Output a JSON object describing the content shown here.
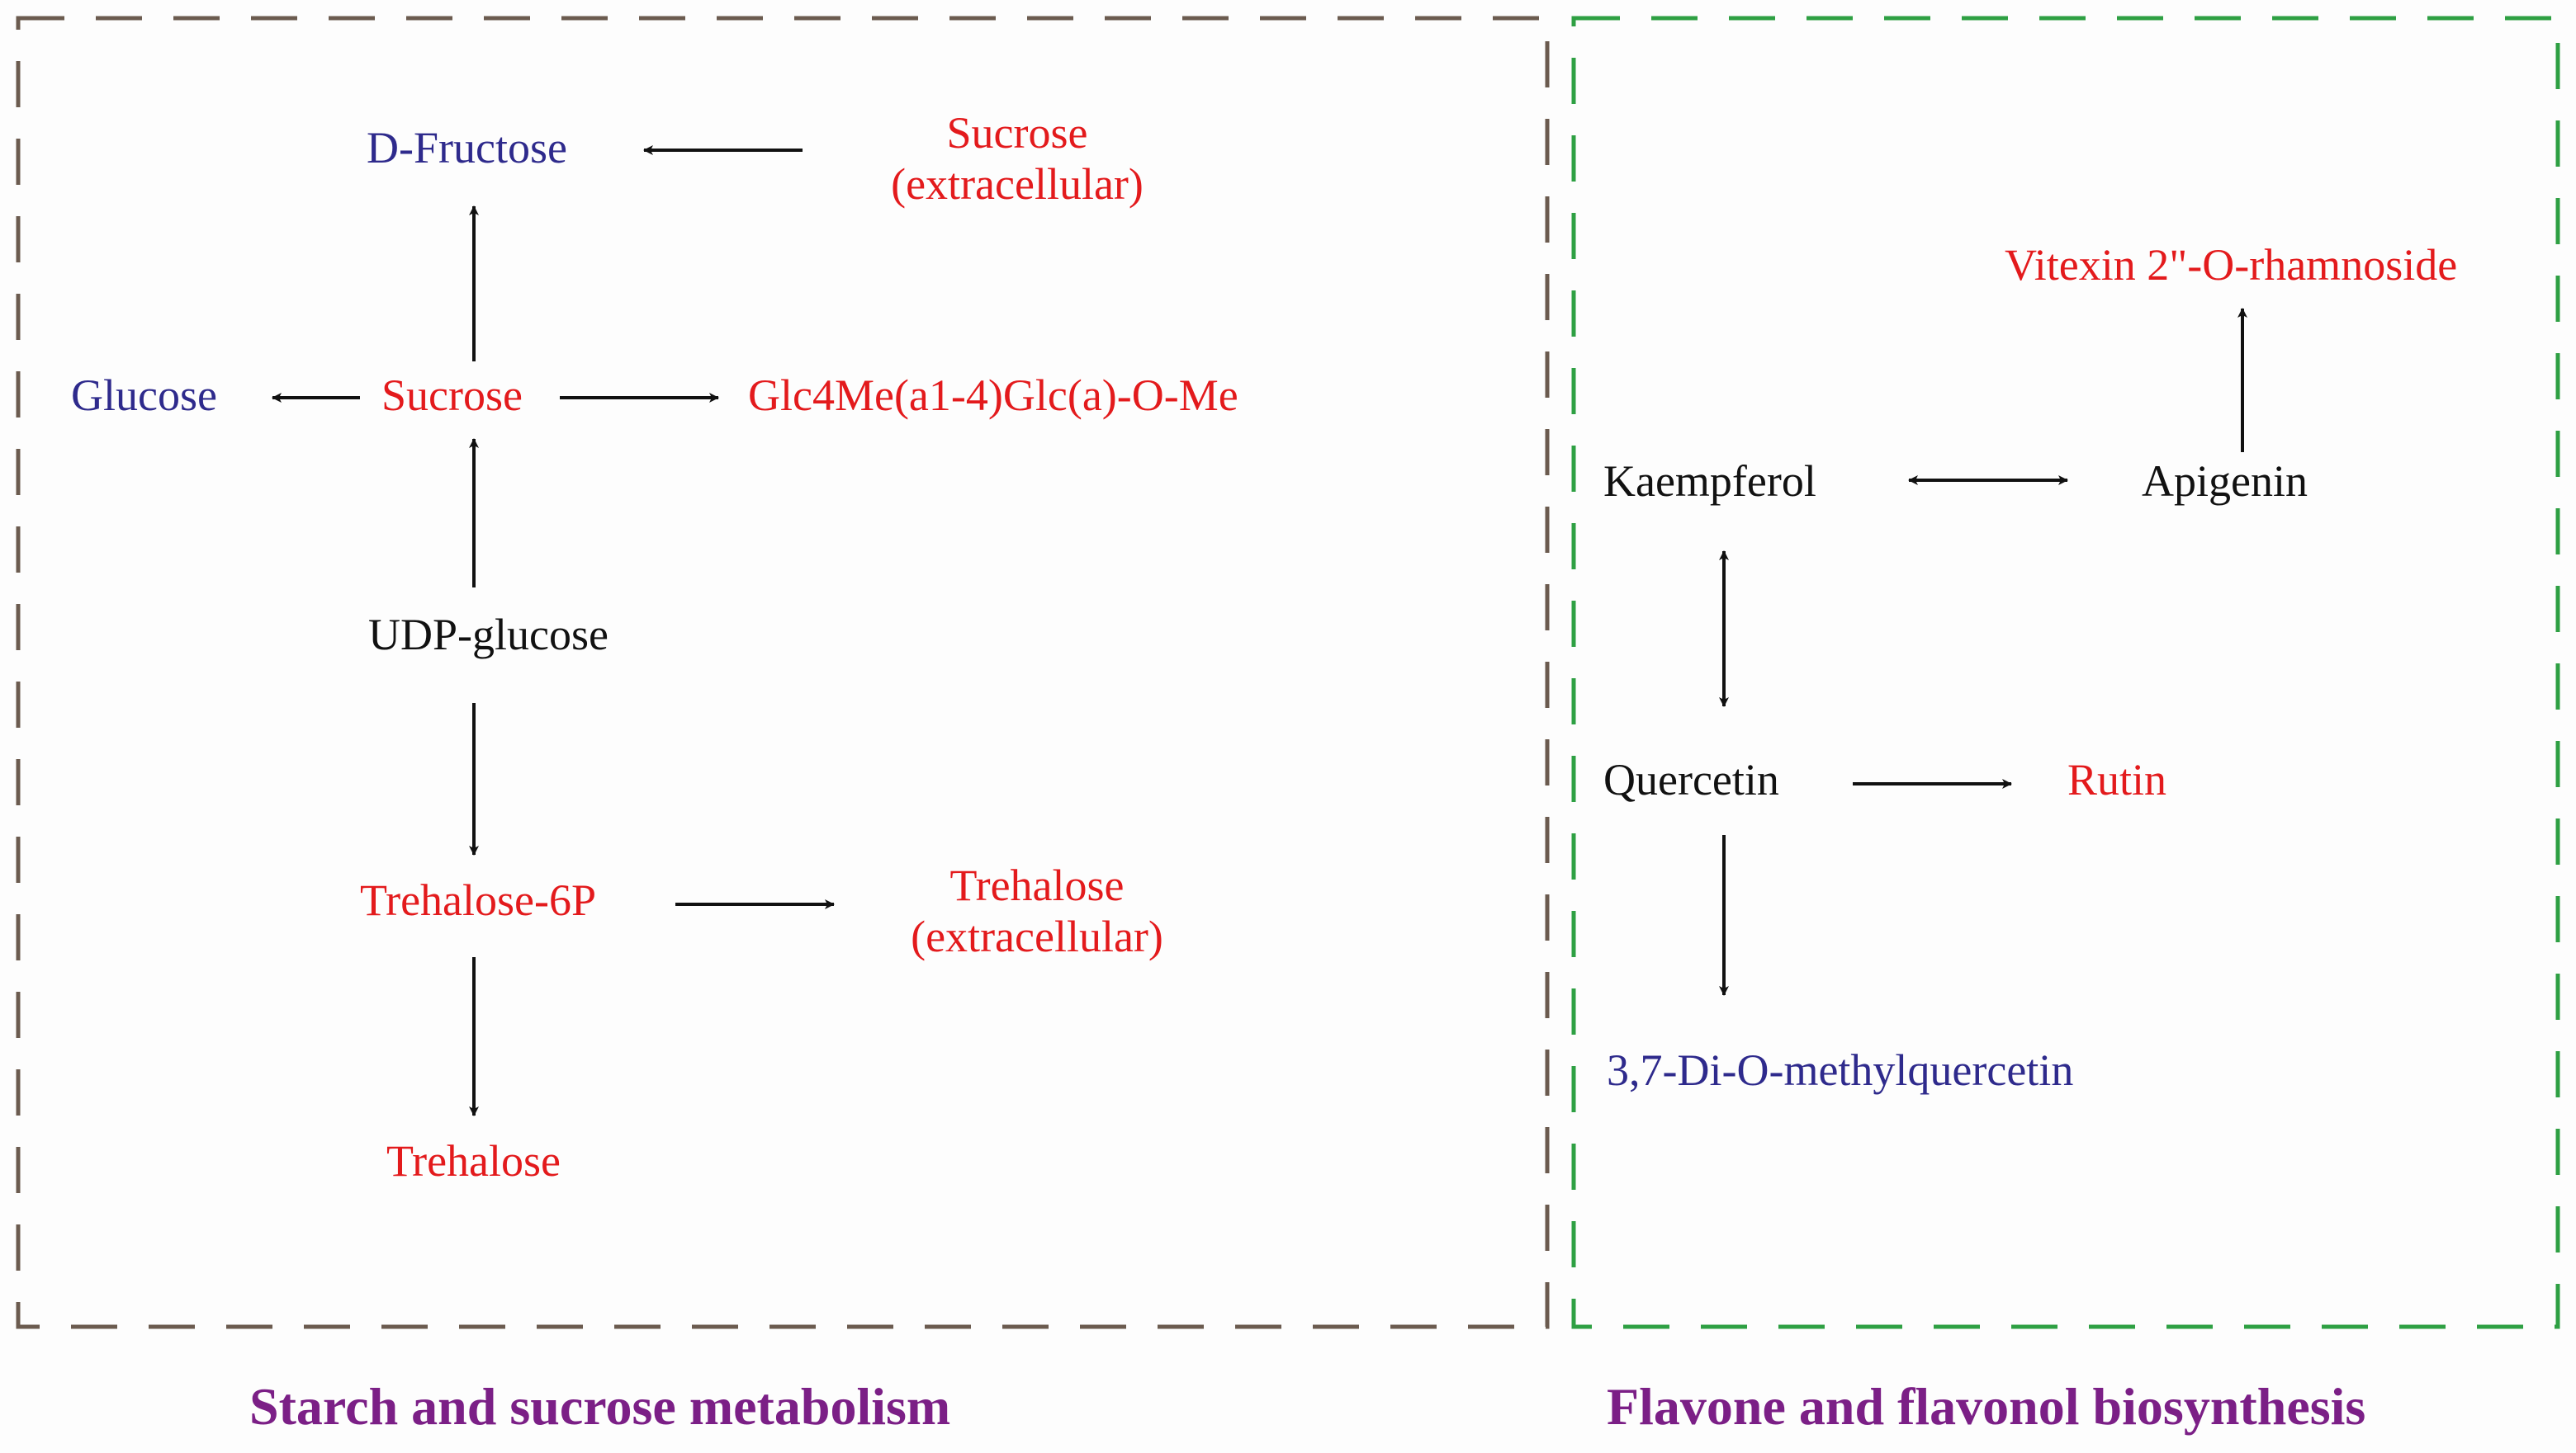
{
  "colors": {
    "increased": "#e31a1c",
    "decreased": "#2e2a8c",
    "unchanged": "#111111",
    "caption": "#7b1f86",
    "panel_left_border": "#6b5b4f",
    "panel_right_border": "#2ea043"
  },
  "panels": {
    "starch": {
      "caption": "Starch and sucrose metabolism",
      "nodes": {
        "d_fructose": {
          "label": "D-Fructose",
          "status": "decreased"
        },
        "sucrose_extracellular": {
          "label": "Sucrose\n(extracellular)",
          "status": "increased"
        },
        "glucose": {
          "label": "Glucose",
          "status": "decreased"
        },
        "sucrose": {
          "label": "Sucrose",
          "status": "increased"
        },
        "glc4me": {
          "label": "Glc4Me(a1-4)Glc(a)-O-Me",
          "status": "increased"
        },
        "udp_glucose": {
          "label": "UDP-glucose",
          "status": "unchanged"
        },
        "trehalose_6p": {
          "label": "Trehalose-6P",
          "status": "increased"
        },
        "trehalose_extracellular": {
          "label": "Trehalose\n(extracellular)",
          "status": "increased"
        },
        "trehalose": {
          "label": "Trehalose",
          "status": "increased"
        }
      }
    },
    "flavone": {
      "caption": "Flavone and flavonol biosynthesis",
      "nodes": {
        "vitexin": {
          "label": "Vitexin 2\"-O-rhamnoside",
          "status": "increased"
        },
        "kaempferol": {
          "label": "Kaempferol",
          "status": "unchanged"
        },
        "apigenin": {
          "label": "Apigenin",
          "status": "unchanged"
        },
        "quercetin": {
          "label": "Quercetin",
          "status": "unchanged"
        },
        "rutin": {
          "label": "Rutin",
          "status": "increased"
        },
        "dimethylquercetin": {
          "label": "3,7-Di-O-methylquercetin",
          "status": "decreased"
        }
      }
    }
  },
  "edges": [
    {
      "from": "sucrose_extracellular",
      "to": "d_fructose"
    },
    {
      "from": "sucrose",
      "to": "d_fructose"
    },
    {
      "from": "sucrose",
      "to": "glucose"
    },
    {
      "from": "sucrose",
      "to": "glc4me"
    },
    {
      "from": "udp_glucose",
      "to": "sucrose"
    },
    {
      "from": "udp_glucose",
      "to": "trehalose_6p"
    },
    {
      "from": "trehalose_6p",
      "to": "trehalose_extracellular"
    },
    {
      "from": "trehalose_6p",
      "to": "trehalose"
    },
    {
      "from": "apigenin",
      "to": "vitexin"
    },
    {
      "from": "kaempferol",
      "to": "apigenin",
      "bidirectional": true
    },
    {
      "from": "kaempferol",
      "to": "quercetin",
      "bidirectional": true
    },
    {
      "from": "quercetin",
      "to": "rutin"
    },
    {
      "from": "quercetin",
      "to": "dimethylquercetin"
    }
  ]
}
